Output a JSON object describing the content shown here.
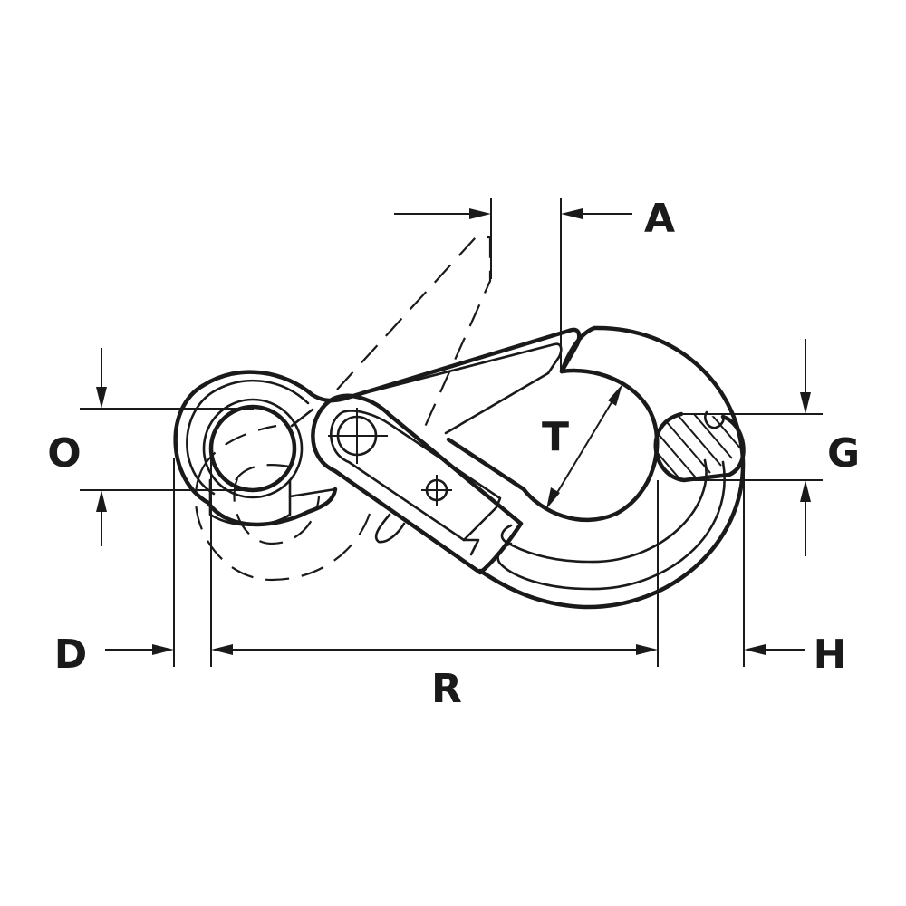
{
  "labels": {
    "a": "A",
    "t": "T",
    "o": "O",
    "g": "G",
    "d": "D",
    "r": "R",
    "h": "H"
  },
  "colors": {
    "line": "#1a1a1a",
    "background": "#ffffff"
  }
}
